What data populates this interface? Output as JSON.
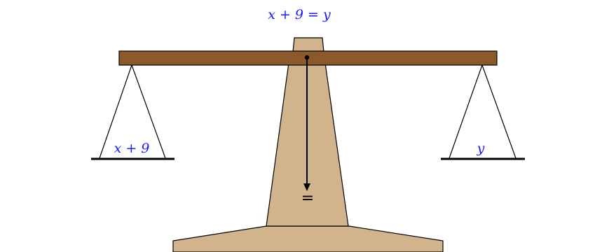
{
  "equation": "x + 9 = y",
  "left_pan": {
    "label": "x + 9"
  },
  "right_pan": {
    "label": "y"
  },
  "balance_indicator": {
    "symbol": "=",
    "state": "balanced"
  },
  "colors": {
    "beam": "#8b5a2b",
    "stand": "#d2b48c",
    "label_text": "#1a1aff",
    "outline": "#000000"
  }
}
